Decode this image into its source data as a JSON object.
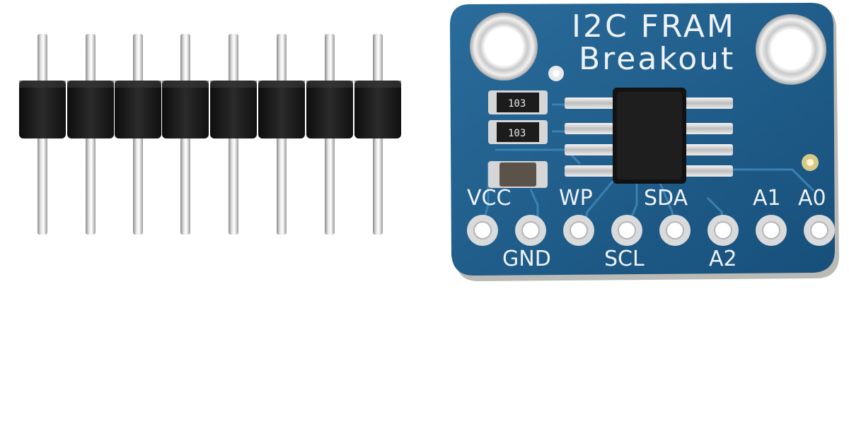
{
  "board": {
    "title_line1": "I2C FRAM",
    "title_line2": "Breakout",
    "resistor_marking_1": "103",
    "resistor_marking_2": "103",
    "pins_top": [
      "VCC",
      "WP",
      "SDA",
      "A1",
      "A0"
    ],
    "pins_bottom": [
      "GND",
      "SCL",
      "A2"
    ]
  },
  "colors": {
    "pcb": "#1f5d8c",
    "silkscreen": "#eef2f6",
    "pad": "#d9dadb",
    "header_plastic": "#1a1a1a"
  }
}
